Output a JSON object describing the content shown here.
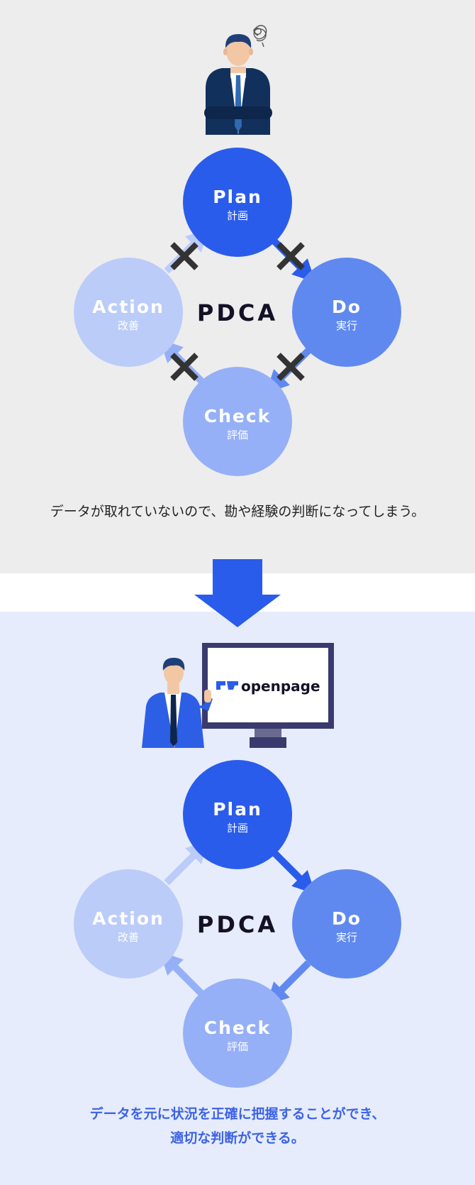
{
  "before": {
    "nodes": [
      {
        "name": "Plan",
        "sub": "計画"
      },
      {
        "name": "Do",
        "sub": "実行"
      },
      {
        "name": "Check",
        "sub": "評価"
      },
      {
        "name": "Action",
        "sub": "改善"
      }
    ],
    "center": "PDCA",
    "caption": "データが取れていないので、勘や経験の判断になってしまう。"
  },
  "after": {
    "nodes": [
      {
        "name": "Plan",
        "sub": "計画"
      },
      {
        "name": "Do",
        "sub": "実行"
      },
      {
        "name": "Check",
        "sub": "評価"
      },
      {
        "name": "Action",
        "sub": "改善"
      }
    ],
    "center": "PDCA",
    "caption_line1": "データを元に状況を正確に把握することができ、",
    "caption_line2": "適切な判断ができる。",
    "brand": "openpage"
  },
  "colors": {
    "plan": "#2a5ceb",
    "do": "#6089f0",
    "check": "#95b0f6",
    "action": "#bcccf9",
    "cross": "#333333",
    "accent": "#3d63e4"
  }
}
